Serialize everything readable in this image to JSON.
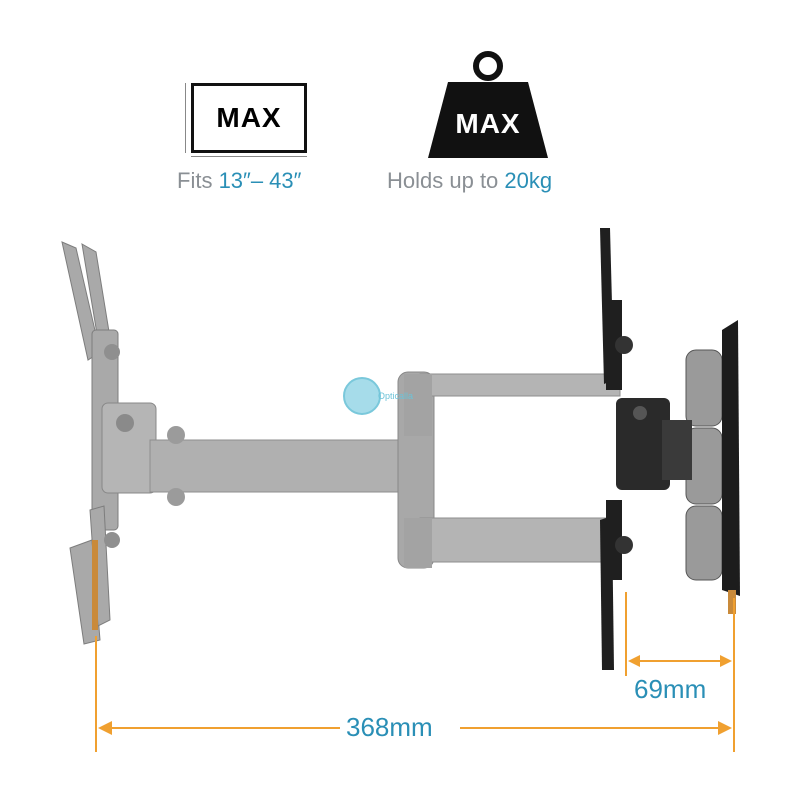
{
  "screen_size": {
    "label": "MAX",
    "caption_prefix": "Fits ",
    "caption_value": "13″– 43″"
  },
  "weight": {
    "label": "MAX",
    "caption_prefix": "Holds up to ",
    "caption_value": "20kg"
  },
  "dimensions": {
    "depth": "69mm",
    "extension": "368mm"
  },
  "watermark": "Opticalla",
  "colors": {
    "accent": "#2a8fb6",
    "caption_gray": "#8a8f94",
    "dimension_line": "#f0a030",
    "arm_gray": "#a8a8a8",
    "dark_metal": "#1f1f1f"
  }
}
